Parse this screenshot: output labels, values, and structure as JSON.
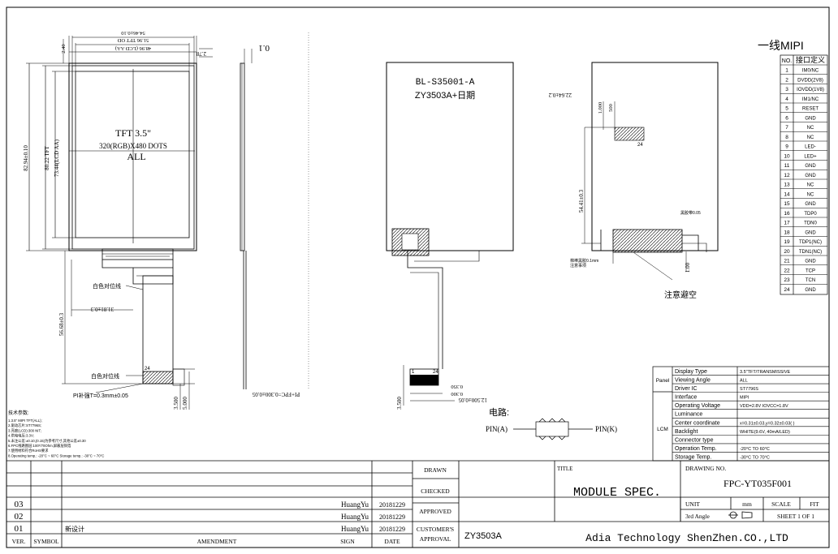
{
  "front": {
    "title": "TFT 3.5\"",
    "resolution": "320(RGB)X480 DOTS",
    "all": "ALL",
    "dim_top_outline": "51.96 TFT OD",
    "dim_top_va": "48.96 (LCD AA)",
    "dim_top_a": "54.46±0.10",
    "dim_left_outline": "82.94±0.10",
    "dim_left_tft": "80.22 TFT",
    "dim_left_aa": "73.44(LCD AA)",
    "dim_2_40": "2.40",
    "dim_2_78": "2.78",
    "dim_0_1": "0.1",
    "label_align_1": "白色对位线",
    "dim_31_81": "31.81±0.3",
    "dim_56_68": "56.68±0.3",
    "label_align_2": "白色对位线",
    "label_pi": "PI补强T=0.3mm±0.05",
    "dim_3_500": "3.500",
    "dim_5_000": "5.000",
    "pin24": "24"
  },
  "side": {
    "dim_pi_fpc": "PI+FPC=0.300±0.05"
  },
  "back": {
    "label1": "BL-S35001-A",
    "label2": "ZY3503A+日期",
    "pin1": "1",
    "pin24": "24",
    "dim_0_350": "0.350",
    "dim_0_300": "0.300",
    "dim_3_500": "3.500",
    "dim_12_500": "12.500±0.05"
  },
  "section": {
    "dim_22": "22.64±0.2",
    "dim_1_000": "1.000",
    "dim_500": "500",
    "dim_54": "54.41±0.3",
    "pin24": "24",
    "note_a": "黑胶带0.05",
    "note_b": "棉棒黑胶0.1mm",
    "note_c": "注意事项",
    "dim_1_00": "1.00",
    "note_avoid": "注意避空"
  },
  "notes": {
    "title": "技术参数:",
    "lines": [
      "1.3.5\" MIPI TFT(ALL);",
      "2.驱动芯片:ST7796S;",
      "3.亮度(LCD):300 NIT;",
      "4.供电电压:3.3V;",
      "5.未注公差:±0.10,(0.15)为参考尺寸,其他公差±0.30",
      "6.FPC线路图层:100*/70Ohm,屏蔽层铜箔",
      "7.使用材料符合RoHS要求",
      "8.Operating temp.: -20°C ~ 60°C  Storage temp.: -30°C ~ 70°C"
    ]
  },
  "circuit": {
    "title": "电路:",
    "pin_a": "PIN(A)",
    "pin_k": "PIN(K)"
  },
  "pin_table": {
    "header": "一线MIPI",
    "col_no": "NO.",
    "col_def": "接口定义",
    "rows": [
      [
        "1",
        "IM0/NC"
      ],
      [
        "2",
        "DVDD(2V8)"
      ],
      [
        "3",
        "IOVDD(1V8)"
      ],
      [
        "4",
        "IM1/NC"
      ],
      [
        "5",
        "RESET"
      ],
      [
        "6",
        "GND"
      ],
      [
        "7",
        "NC"
      ],
      [
        "8",
        "NC"
      ],
      [
        "9",
        "LED-"
      ],
      [
        "10",
        "LED+"
      ],
      [
        "11",
        "GND"
      ],
      [
        "12",
        "GND"
      ],
      [
        "13",
        "NC"
      ],
      [
        "14",
        "NC"
      ],
      [
        "15",
        "GND"
      ],
      [
        "16",
        "TDP0"
      ],
      [
        "17",
        "TDN0"
      ],
      [
        "18",
        "GND"
      ],
      [
        "19",
        "TDP1(NC)"
      ],
      [
        "20",
        "TDN1(NC)"
      ],
      [
        "21",
        "GND"
      ],
      [
        "22",
        "TCP"
      ],
      [
        "23",
        "TCN"
      ],
      [
        "24",
        "GND"
      ]
    ]
  },
  "spec": {
    "panel_label": "Panel",
    "lcm_label": "LCM",
    "rows": [
      [
        "Display Type",
        "3.5\"TFT/TRANSMISSIVE"
      ],
      [
        "Viewing Angle",
        "ALL"
      ],
      [
        "Driver IC",
        "ST7796S"
      ],
      [
        "Interface",
        "MIPI"
      ],
      [
        "Operating Voltage",
        "VDD=2.8V  IOVCC=1.8V"
      ],
      [
        "Luminance",
        ""
      ],
      [
        "Center coordinate",
        "x=0.31±0.03,y=0.32±0.03(     )"
      ],
      [
        "Backlight",
        "WHITE(9.6V, 40mA/LED)"
      ],
      [
        "Connector type",
        ""
      ],
      [
        "Operation Temp.",
        "-20°C TO 60°C"
      ],
      [
        "Storage Temp.",
        "-30°C TO 70°C"
      ]
    ]
  },
  "title_block": {
    "drawn": "DRAWN",
    "checked": "CHECKED",
    "approved": "APPROVED",
    "customer_approval_1": "CUSTOMER'S",
    "customer_approval_2": "APPROVAL",
    "customer_value": "ZY3503A",
    "title_label": "TITLE",
    "title_value": "MODULE  SPEC.",
    "drawing_no_label": "DRAWING  NO.",
    "drawing_no": "FPC-YT035F001",
    "unit_label": "UNIT",
    "unit": "mm",
    "scale_label": "SCALE",
    "scale": "FIT",
    "angle": "3rd Angle",
    "sheet": "SHEET 1 OF 1",
    "company": "Adia Technology ShenZhen.CO.,LTD",
    "revisions": [
      {
        "ver": "03",
        "symbol": "",
        "amendment": "",
        "sign": "HuangYu",
        "date": "20181229"
      },
      {
        "ver": "02",
        "symbol": "",
        "amendment": "",
        "sign": "HuangYu",
        "date": "20181229"
      },
      {
        "ver": "01",
        "symbol": "",
        "amendment": "新设计",
        "sign": "HuangYu",
        "date": "20181229"
      }
    ],
    "col_ver": "VER.",
    "col_symbol": "SYMBOL",
    "col_amendment": "AMENDMENT",
    "col_sign": "SIGN",
    "col_date": "DATE"
  }
}
